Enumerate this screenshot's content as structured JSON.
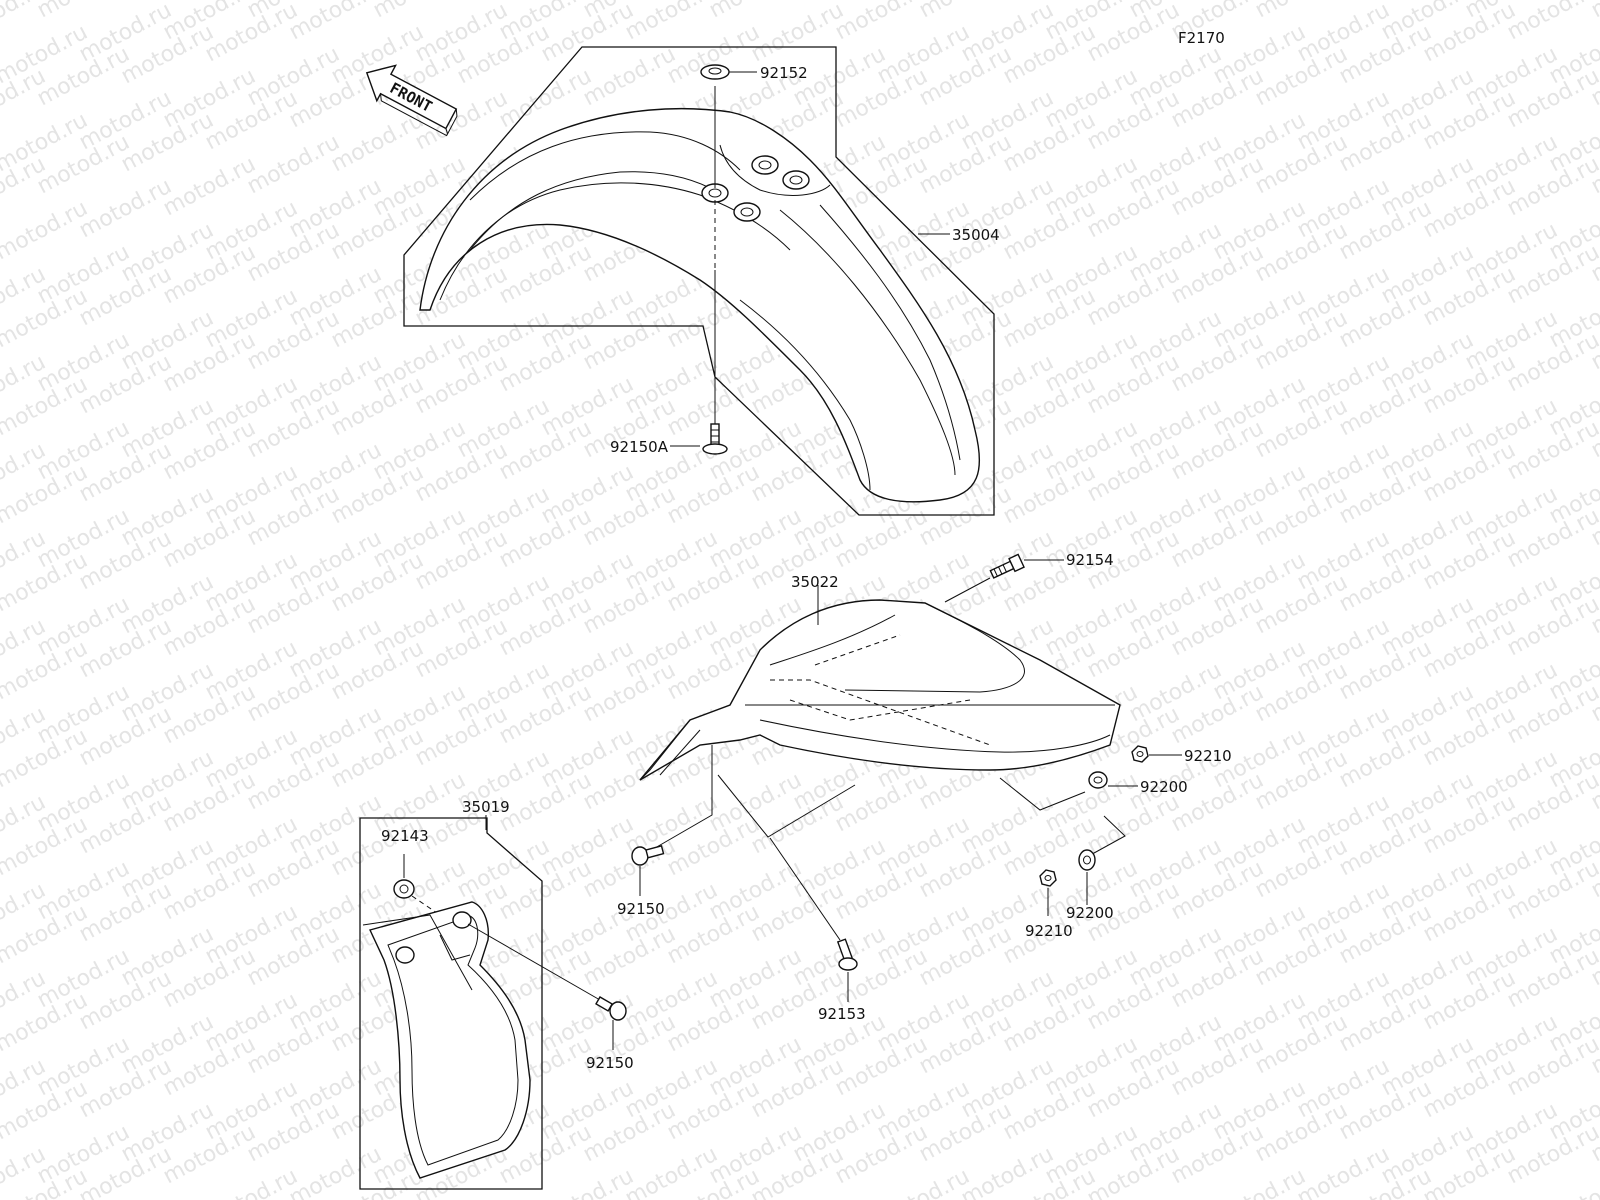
{
  "diagram": {
    "code": "F2170",
    "watermark": "motod.ru",
    "direction_label": "FRONT",
    "callouts": {
      "c92152": "92152",
      "c35004": "35004",
      "c92150A": "92150A",
      "c92154": "92154",
      "c35022": "35022",
      "c92210a": "92210",
      "c92200a": "92200",
      "c92150b": "92150",
      "c92153": "92153",
      "c92210b": "92210",
      "c92200b": "92200",
      "c35019": "35019",
      "c92143": "92143",
      "c92150c": "92150"
    }
  }
}
